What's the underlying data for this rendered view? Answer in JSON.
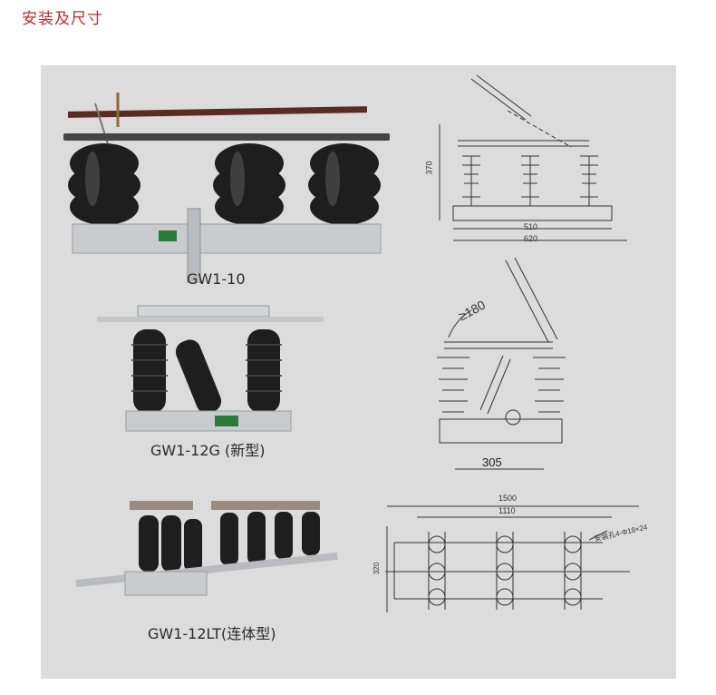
{
  "header": {
    "title": "安装及尺寸"
  },
  "products": [
    {
      "model": "GW1-10"
    },
    {
      "model": "GW1-12G (新型)"
    },
    {
      "model": "GW1-12LT(连体型)"
    }
  ],
  "drawings": {
    "d1": {
      "height": "370",
      "inner_width": "510",
      "outer_width": "620"
    },
    "d2": {
      "angle": "≥180",
      "width": "305"
    },
    "d3": {
      "outer_width": "1500",
      "inner_width": "1110",
      "depth": "320",
      "note": "安装孔4-Φ18×24"
    }
  },
  "colors": {
    "title": "#c0282d",
    "panel": "#dcdcdc",
    "insulator": "#1e1e1e",
    "steel": "#c9cbcf",
    "drawing_line": "#333333"
  }
}
